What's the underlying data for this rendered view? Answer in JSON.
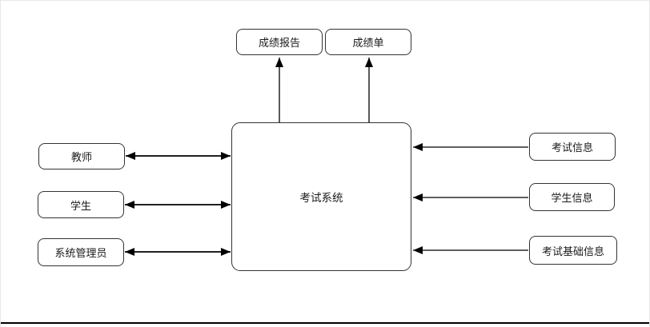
{
  "diagram": {
    "center_node": {
      "label": "考试系统"
    },
    "top_outputs": [
      {
        "label": "成绩报告"
      },
      {
        "label": "成绩单"
      }
    ],
    "left_actors": [
      {
        "label": "教师"
      },
      {
        "label": "学生"
      },
      {
        "label": "系统管理员"
      }
    ],
    "right_inputs": [
      {
        "label": "考试信息"
      },
      {
        "label": "学生信息"
      },
      {
        "label": "考试基础信息"
      }
    ],
    "connections": [
      {
        "from": "考试系统",
        "to": "成绩报告",
        "direction": "one-way"
      },
      {
        "from": "考试系统",
        "to": "成绩单",
        "direction": "one-way"
      },
      {
        "from": "教师",
        "to": "考试系统",
        "direction": "two-way"
      },
      {
        "from": "学生",
        "to": "考试系统",
        "direction": "two-way"
      },
      {
        "from": "系统管理员",
        "to": "考试系统",
        "direction": "two-way"
      },
      {
        "from": "考试信息",
        "to": "考试系统",
        "direction": "one-way"
      },
      {
        "from": "学生信息",
        "to": "考试系统",
        "direction": "one-way"
      },
      {
        "from": "考试基础信息",
        "to": "考试系统",
        "direction": "one-way"
      }
    ]
  },
  "colors": {
    "background": "#ffffff",
    "node_border": "#333333",
    "node_fill": "#ffffff",
    "connector": "#000000",
    "text": "#1a1a1a",
    "frame_border": "#e7e7e7",
    "bottom_rule": "#000000"
  }
}
